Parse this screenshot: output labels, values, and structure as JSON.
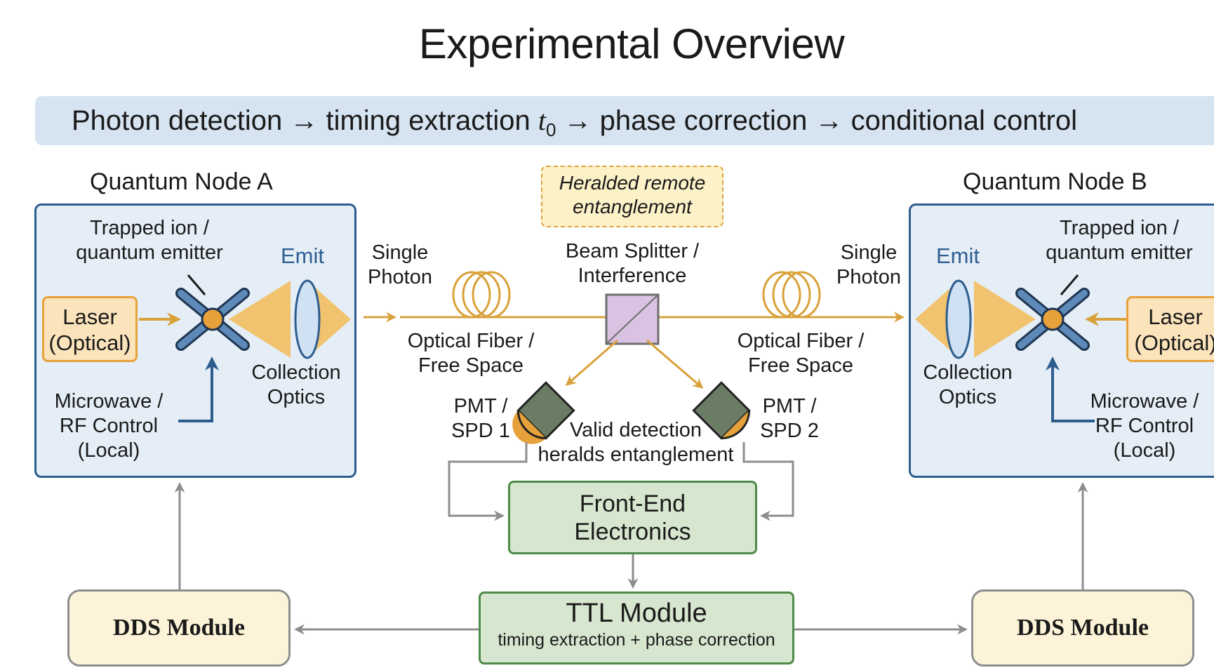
{
  "title": "Experimental Overview",
  "banner": {
    "part1": "Photon detection → timing extraction ",
    "t_symbol": "t",
    "t_sub": "0",
    "part2": " → phase correction → conditional control"
  },
  "node_a": {
    "label": "Quantum Node A",
    "emitter_line1": "Trapped ion /",
    "emitter_line2": "quantum emitter",
    "emit": "Emit",
    "laser_line1": "Laser",
    "laser_line2": "(Optical)",
    "collection_line1": "Collection",
    "collection_line2": "Optics",
    "rf_line1": "Microwave /",
    "rf_line2": "RF Control",
    "rf_line3": "(Local)"
  },
  "node_b": {
    "label": "Quantum Node B",
    "emitter_line1": "Trapped ion /",
    "emitter_line2": "quantum emitter",
    "emit": "Emit",
    "laser_line1": "Laser",
    "laser_line2": "(Optical)",
    "collection_line1": "Collection",
    "collection_line2": "Optics",
    "rf_line1": "Microwave /",
    "rf_line2": "RF Control",
    "rf_line3": "(Local)"
  },
  "center": {
    "herald_line1": "Heralded remote",
    "herald_line2": "entanglement",
    "single_photon_line1": "Single",
    "single_photon_line2": "Photon",
    "bs_line1": "Beam Splitter /",
    "bs_line2": "Interference",
    "fiber_line1": "Optical Fiber /",
    "fiber_line2": "Free Space",
    "pmt1_line1": "PMT /",
    "pmt1_line2": "SPD 1",
    "pmt2_line1": "PMT /",
    "pmt2_line2": "SPD 2",
    "valid_line1": "Valid detection",
    "valid_line2": "heralds entanglement"
  },
  "frontend": {
    "line1": "Front-End",
    "line2": "Electronics"
  },
  "ttl": {
    "title": "TTL Module",
    "subtitle": "timing extraction + phase correction"
  },
  "dds_left": "DDS Module",
  "dds_right": "DDS Module",
  "colors": {
    "node_fill": "#e5eef7",
    "node_border": "#2d5d8f",
    "photon_path": "#d9a13a",
    "green_fill": "#d7e6cf",
    "green_border": "#4e8a4a",
    "gray_arrow": "#8e8e8e"
  }
}
